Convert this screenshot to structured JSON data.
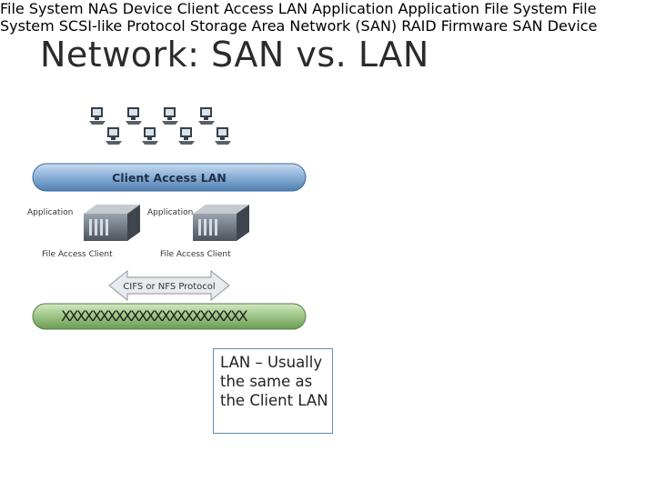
{
  "title": "Network: SAN vs. LAN",
  "left": {
    "client_lan": "Client Access LAN",
    "label_app_1": "Application",
    "label_app_2": "Application",
    "label_server_1": "File Access Client",
    "label_server_2": "File Access Client",
    "protocol": "CIFS or NFS Protocol",
    "storage_overlay": "XXXXXXXXXXXXXXXXXXXXXXXX",
    "device_box": "File System",
    "device_label": "NAS Device"
  },
  "right": {
    "client_lan": "Client Access LAN",
    "label_app_1": "Application",
    "label_app_2": "Application",
    "label_server_1": "File System",
    "label_server_2": "File System",
    "protocol": "SCSI-like Protocol",
    "storage": "Storage Area Network (SAN)",
    "device_box": "RAID Firmware",
    "device_label": "SAN Device"
  },
  "callout": "LAN – Usually the same as the Client LAN",
  "colors": {
    "pipe": "#8bb0d6",
    "storage_pipe": "#a3c98a",
    "arrow": "#2d7a8a",
    "accent": "#2a6ea8"
  }
}
